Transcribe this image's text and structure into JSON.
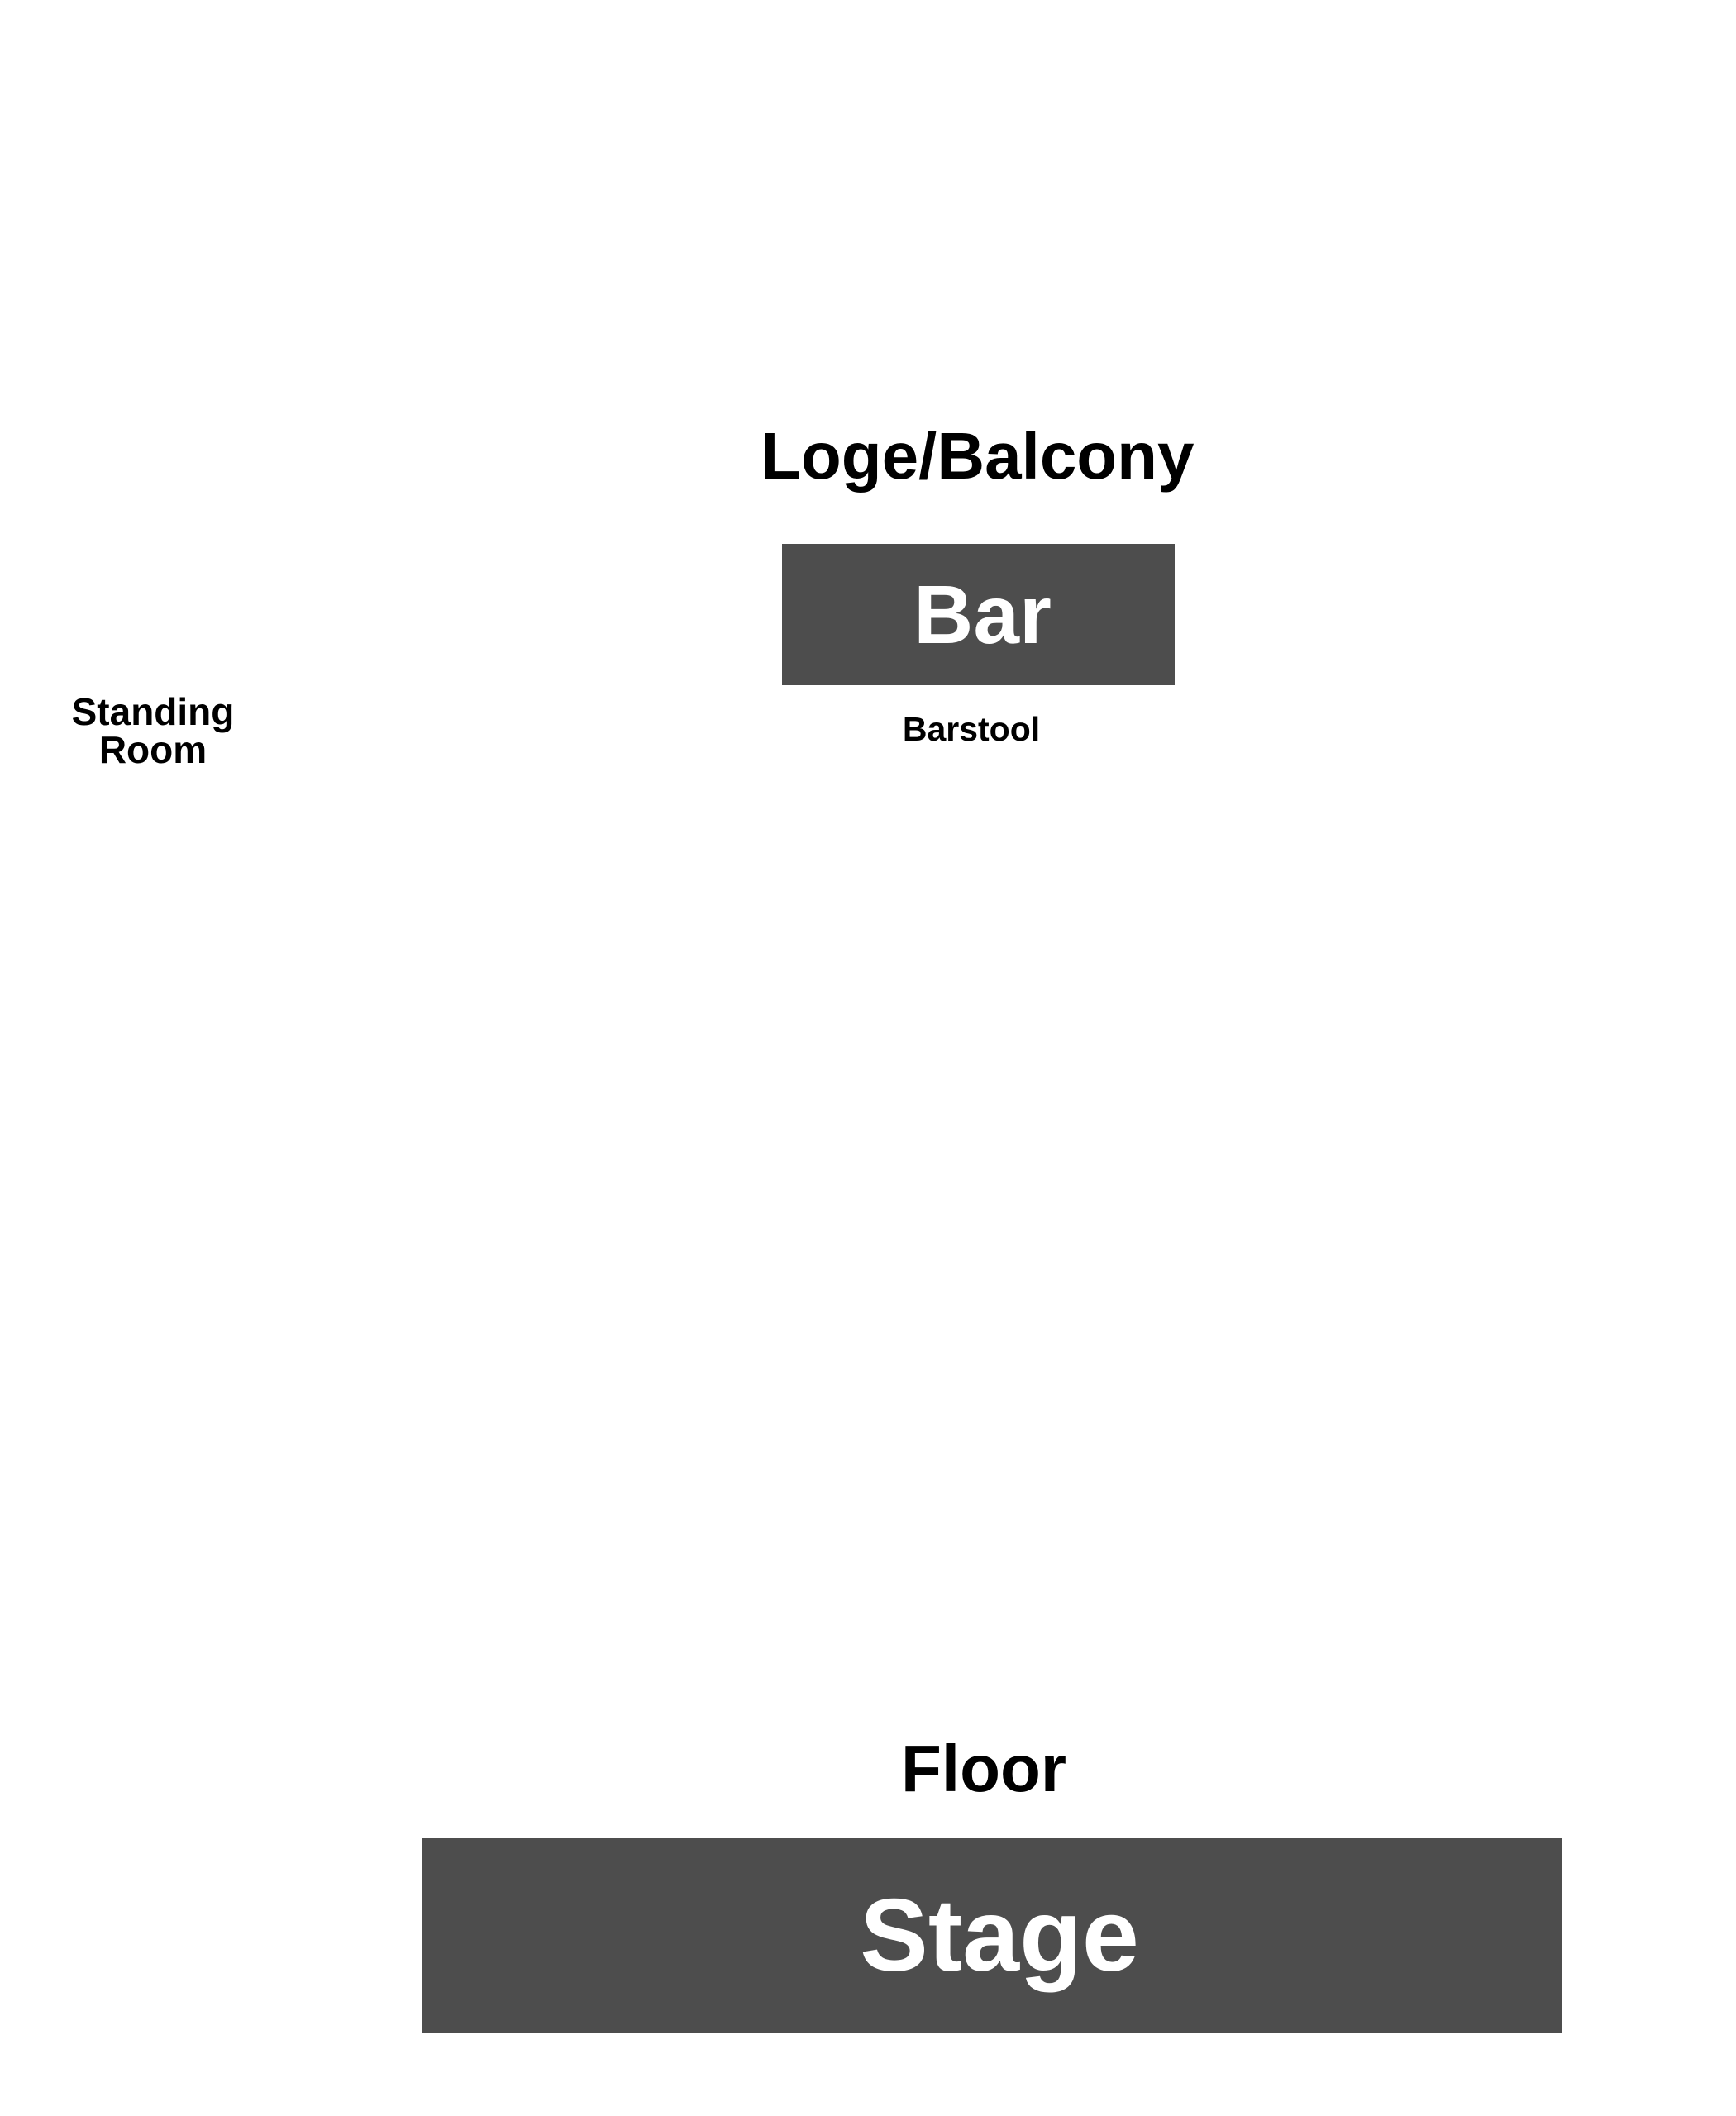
{
  "colors": {
    "background": "#ffffff",
    "block_fill": "#4d4d4d",
    "block_text": "#ffffff",
    "label_text": "#000000"
  },
  "sections": {
    "loge": "Loge/Balcony",
    "standing_room": "Standing Room",
    "barstool": "Barstool",
    "floor": "Floor"
  },
  "fixtures": {
    "bar": "Bar",
    "stage": "Stage"
  }
}
